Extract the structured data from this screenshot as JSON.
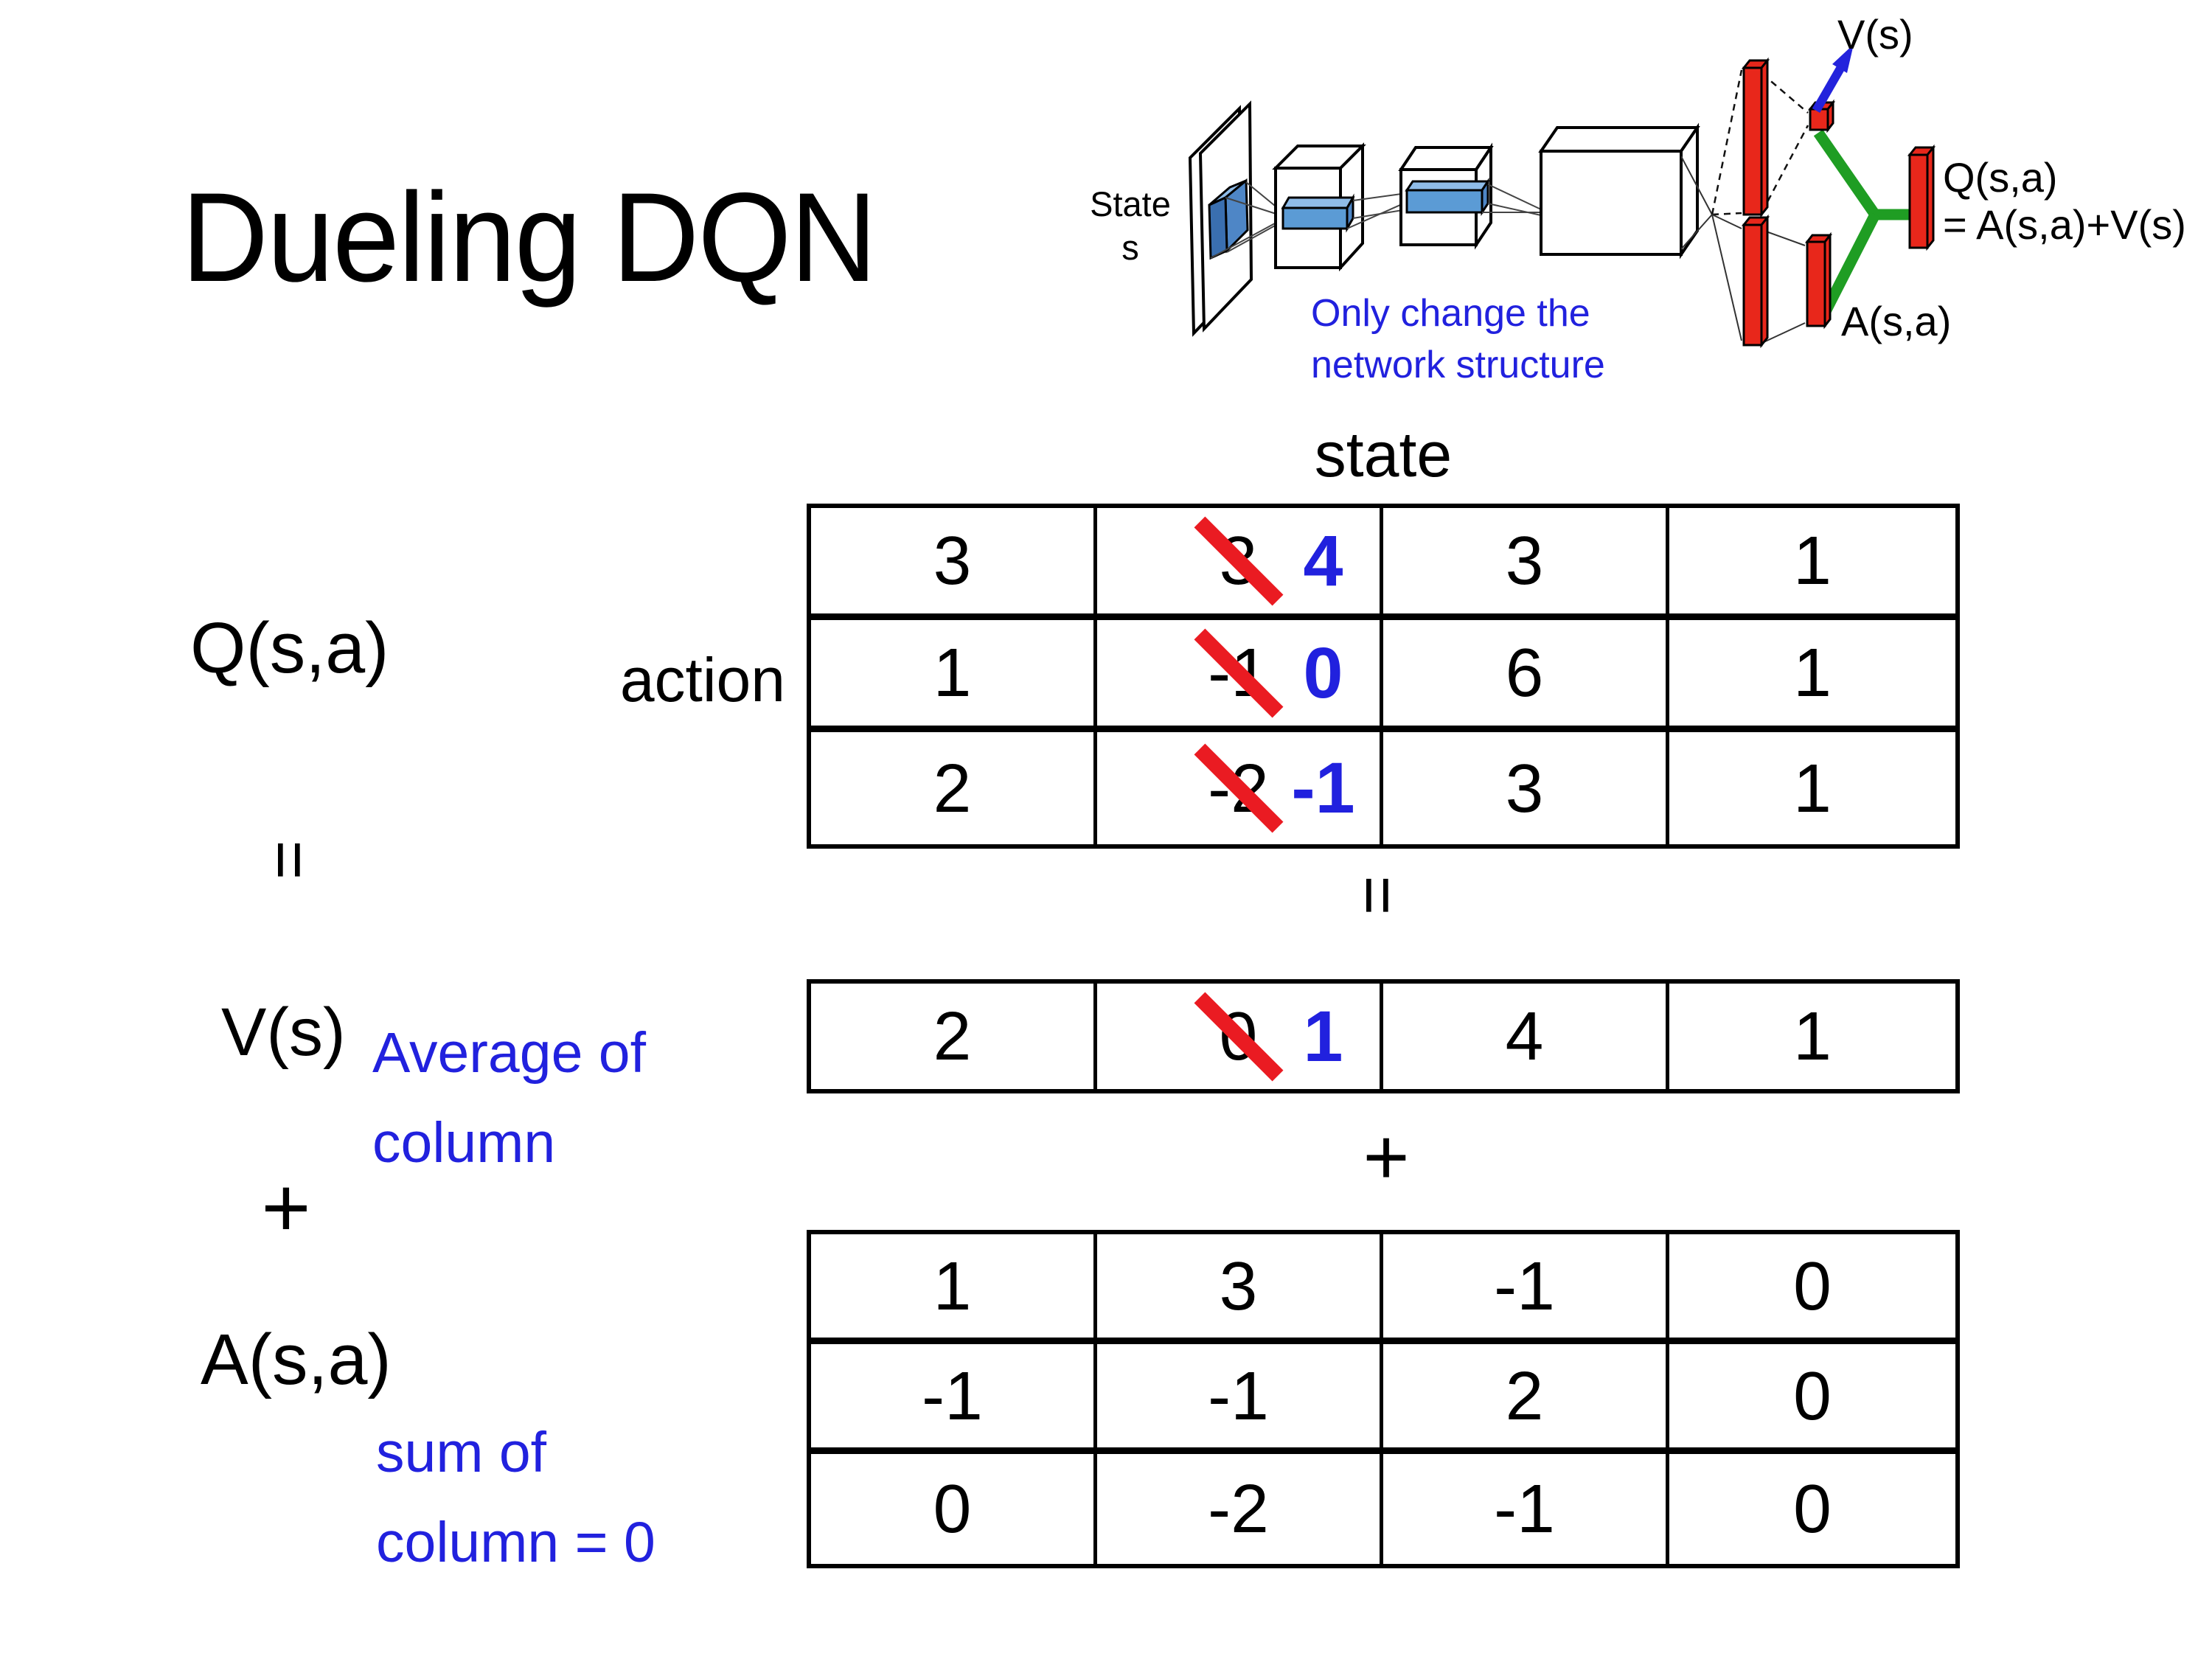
{
  "title": "Dueling DQN",
  "colors": {
    "accent_blue": "#2121DE",
    "cross_red": "#EA1B22",
    "bar_red": "#E8271B",
    "connector_green": "#1F9D23",
    "arrow_blue": "#2323DC",
    "filter_blue": "#5B9BD5",
    "filter_blue_light": "#8FBCE8",
    "filter_blue_dark": "#3A6FB0"
  },
  "network_diagram": {
    "state_label_line1": "State",
    "state_label_line2": "s",
    "note_line1": "Only change the",
    "note_line2": "network structure",
    "v_output_label": "V(s)",
    "q_output_label_line1": "Q(s,a)",
    "q_output_label_line2": "= A(s,a)+V(s)",
    "a_output_label": "A(s,a)"
  },
  "decomposition": {
    "q_label": "Q(s,a)",
    "equals_left": "=",
    "v_label": "V(s)",
    "plus_left": "+",
    "a_label": "A(s,a)",
    "equals_mid": "=",
    "plus_mid": "+",
    "state_axis_label": "state",
    "action_axis_label": "action",
    "v_note_line1": "Average of",
    "v_note_line2": "column",
    "a_note_line1": "sum of",
    "a_note_line2": "column = 0"
  },
  "q_table": {
    "rows": [
      [
        "3",
        {
          "old": "3",
          "new": "4"
        },
        "3",
        "1"
      ],
      [
        "1",
        {
          "old": "-1",
          "new": "0"
        },
        "6",
        "1"
      ],
      [
        "2",
        {
          "old": "-2",
          "new": "-1"
        },
        "3",
        "1"
      ]
    ]
  },
  "v_table": {
    "rows": [
      [
        "2",
        {
          "old": "0",
          "new": "1"
        },
        "4",
        "1"
      ]
    ]
  },
  "a_table": {
    "rows": [
      [
        "1",
        "3",
        "-1",
        "0"
      ],
      [
        "-1",
        "-1",
        "2",
        "0"
      ],
      [
        "0",
        "-2",
        "-1",
        "0"
      ]
    ]
  }
}
